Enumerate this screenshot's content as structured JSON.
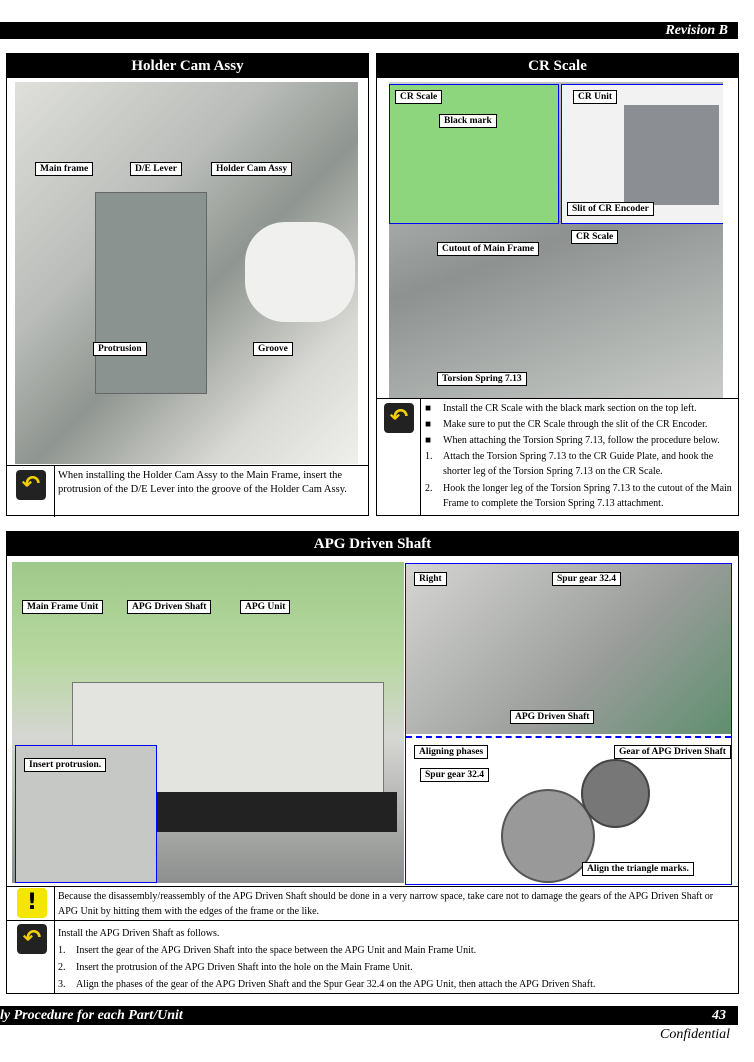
{
  "header": {
    "revision": "Revision B"
  },
  "panel1": {
    "title": "Holder Cam Assy",
    "labels": [
      "Main frame",
      "D/E Lever",
      "Holder Cam Assy",
      "Protrusion",
      "Groove"
    ],
    "note": "When installing the Holder Cam Assy to the Main Frame, insert the protrusion of the D/E Lever into the groove of the Holder Cam Assy."
  },
  "panel2": {
    "title": "CR Scale",
    "labels": [
      "CR Scale",
      "Black mark",
      "CR Unit",
      "Slit of CR Encoder",
      "Cutout of Main Frame",
      "CR Scale",
      "Torsion Spring 7.13"
    ],
    "bullets": [
      "Install the CR Scale with the black mark section on the top left.",
      "Make sure to put the CR Scale through the slit of the CR Encoder.",
      "When attaching the Torsion Spring 7.13, follow the procedure below."
    ],
    "steps": [
      {
        "n": "1.",
        "t": "Attach the Torsion Spring 7.13 to the CR Guide Plate, and hook the shorter leg of the Torsion Spring 7.13 on the CR Scale."
      },
      {
        "n": "2.",
        "t": "Hook the longer leg of the Torsion Spring 7.13 to the cutout of the Main Frame to complete the Torsion Spring 7.13 attachment."
      }
    ]
  },
  "panel3": {
    "title": "APG Driven Shaft",
    "labels": [
      "Main Frame Unit",
      "APG Driven Shaft",
      "APG Unit",
      "Insert protrusion.",
      "Right",
      "Spur gear 32.4",
      "APG Driven Shaft",
      "Aligning phases",
      "Gear of APG Driven Shaft",
      "Spur gear 32.4",
      "Align the triangle marks."
    ],
    "caution": "Because the disassembly/reassembly of the APG Driven Shaft should be done in a very narrow space, take care not to damage the gears of the APG Driven Shaft or APG Unit by hitting them with the edges of the frame or the like.",
    "intro": "Install the APG Driven Shaft as follows.",
    "steps": [
      {
        "n": "1.",
        "t": "Insert the gear of the APG Driven Shaft into the space between the APG Unit and Main Frame Unit."
      },
      {
        "n": "2.",
        "t": "Insert the protrusion of the APG Driven Shaft into the hole on the Main Frame Unit."
      },
      {
        "n": "3.",
        "t": "Align the phases of the gear of the APG Driven Shaft and the Spur Gear 32.4 on the APG Unit, then attach the APG Driven Shaft."
      }
    ]
  },
  "footer": {
    "section": "ly Procedure for each Part/Unit",
    "page": "43",
    "confidential": "Confidential"
  }
}
